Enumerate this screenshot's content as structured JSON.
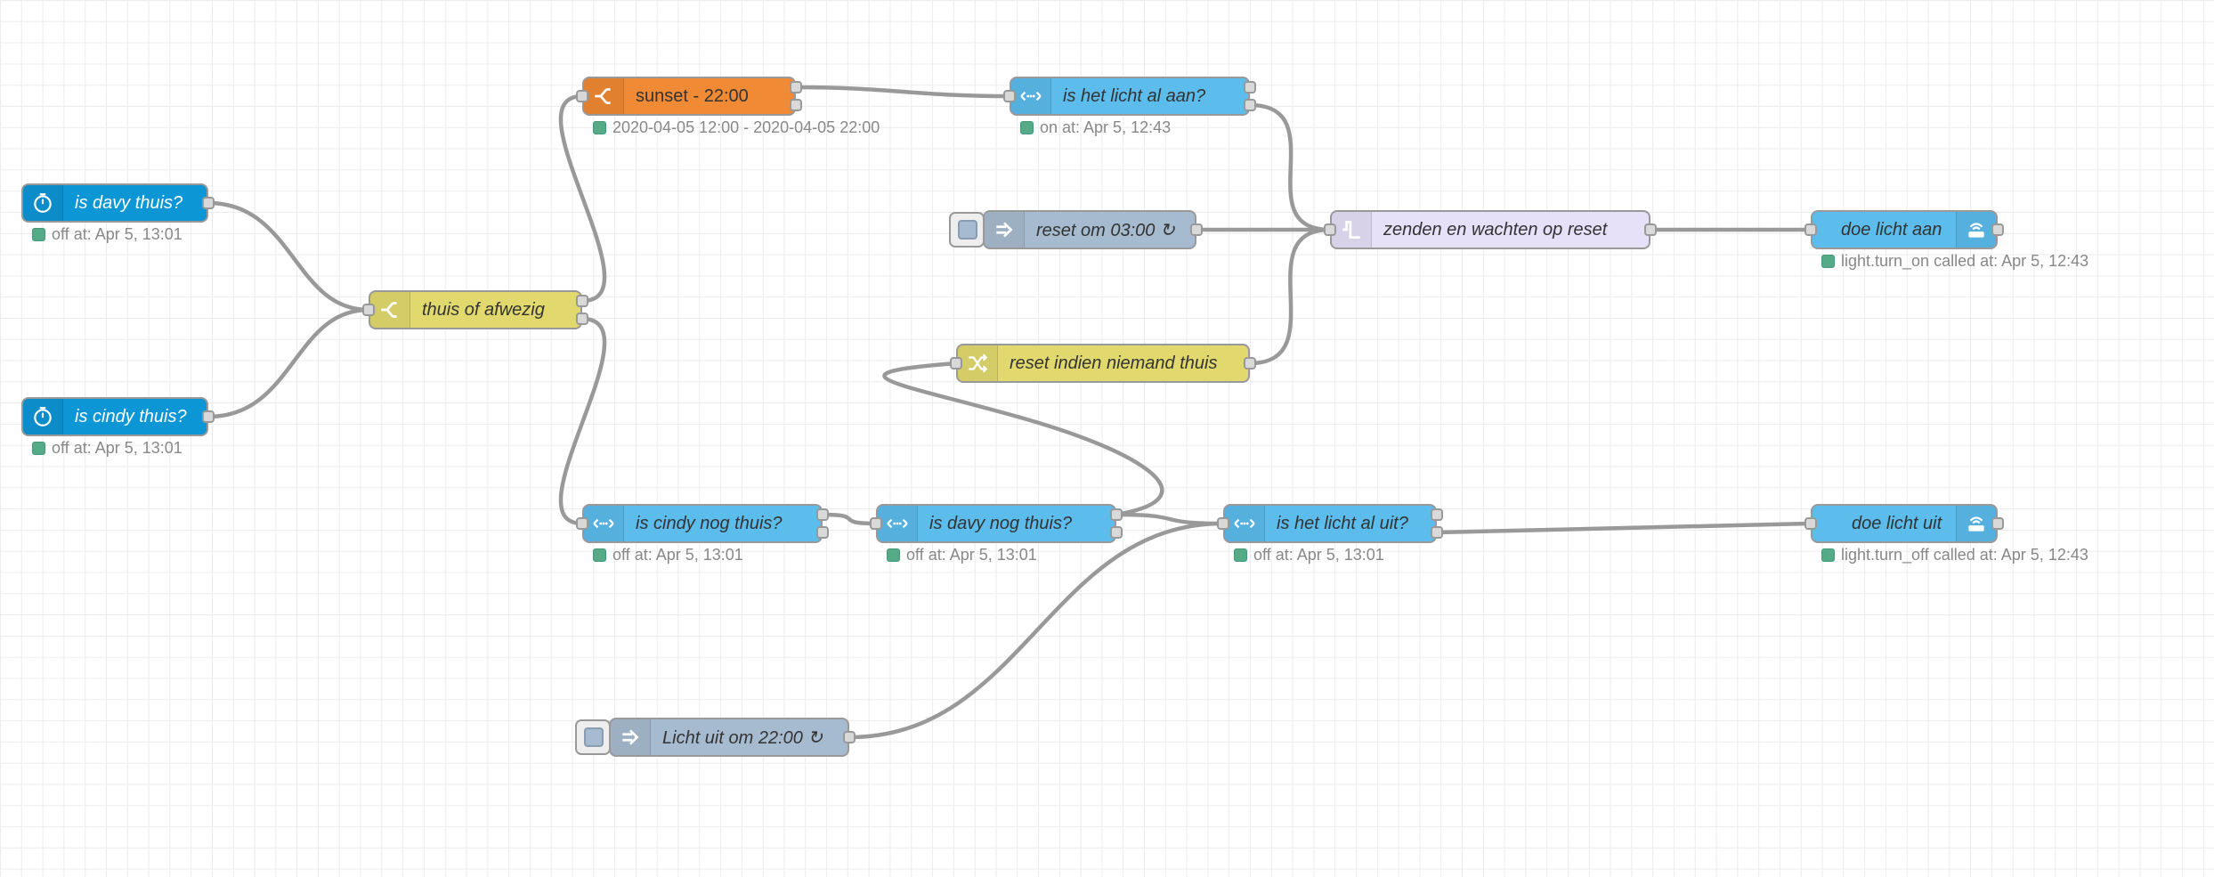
{
  "colors": {
    "presence": "#0d96d6",
    "time_range": "#f08a34",
    "current_state": "#5cbcec",
    "switch": "#e2d96e",
    "inject": "#a6bbcf",
    "trigger": "#e6e0f8",
    "service_call": "#5cbcec",
    "status_ok": "#55aa88",
    "wire": "#999999"
  },
  "nodes": {
    "davy_thuis": {
      "label": "is davy thuis?",
      "icon": "timer-icon",
      "status": "off at: Apr 5, 13:01"
    },
    "cindy_thuis": {
      "label": "is cindy thuis?",
      "icon": "timer-icon",
      "status": "off at: Apr 5, 13:01"
    },
    "thuis_afwezig": {
      "label": "thuis of afwezig",
      "icon": "switch-icon"
    },
    "sunset": {
      "label": "sunset - 22:00",
      "icon": "switch-icon",
      "status": "2020-04-05 12:00 - 2020-04-05 22:00"
    },
    "licht_al_aan": {
      "label": "is het licht al aan?",
      "icon": "arrows-icon",
      "status": "on at: Apr 5, 12:43"
    },
    "reset_0300": {
      "label": "reset om 03:00 ↻",
      "icon": "inject-arrow-icon"
    },
    "zenden_wachten": {
      "label": "zenden en wachten op reset",
      "icon": "trigger-icon"
    },
    "doe_licht_aan": {
      "label": "doe licht aan",
      "icon": "router-icon",
      "status": "light.turn_on called at: Apr 5, 12:43"
    },
    "reset_niemand": {
      "label": "reset indien niemand thuis",
      "icon": "shuffle-icon"
    },
    "cindy_nog": {
      "label": "is cindy nog thuis?",
      "icon": "arrows-icon",
      "status": "off at: Apr 5, 13:01"
    },
    "davy_nog": {
      "label": "is davy nog thuis?",
      "icon": "arrows-icon",
      "status": "off at: Apr 5, 13:01"
    },
    "licht_al_uit": {
      "label": "is het licht al uit?",
      "icon": "arrows-icon",
      "status": "off at: Apr 5, 13:01"
    },
    "doe_licht_uit": {
      "label": "doe licht uit",
      "icon": "router-icon",
      "status": "light.turn_off called at: Apr 5, 12:43"
    },
    "licht_uit_2200": {
      "label": "Licht uit om 22:00 ↻",
      "icon": "inject-arrow-icon"
    }
  }
}
